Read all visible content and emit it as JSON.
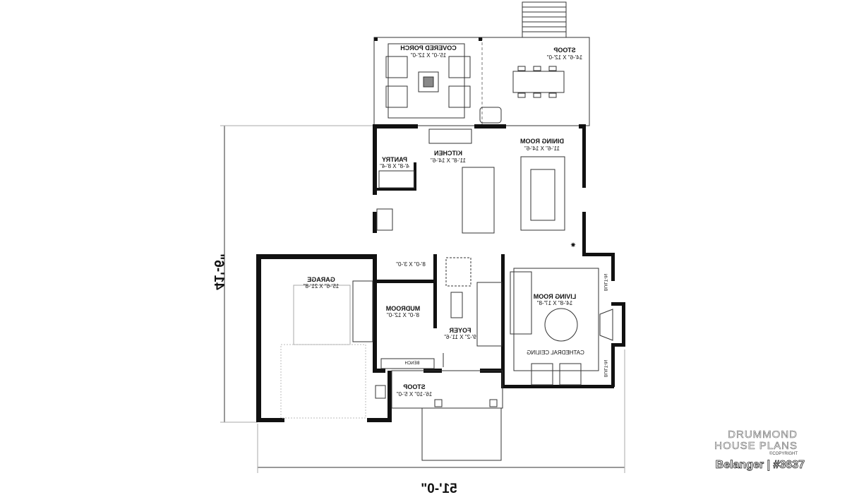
{
  "plan": {
    "overall_depth": "41'-6\"",
    "overall_width": "51'-0\"",
    "rooms": {
      "covered_porch": {
        "name": "COVERED PORCH",
        "size": "15'-0\" X 12'-0\""
      },
      "rear_stoop": {
        "name": "STOOP",
        "size": "14'-6\" X 12'-0\""
      },
      "dining_room": {
        "name": "DINING ROOM",
        "size": "11'-6\" X 14'-6\""
      },
      "kitchen": {
        "name": "KITCHEN",
        "size": "11'-8\" X 14'-6\""
      },
      "pantry": {
        "name": "PANTRY",
        "size": "4'-8\" X 8'-4\""
      },
      "closet": {
        "size": "8'-0\" X 3'-0\""
      },
      "garage": {
        "name": "GARAGE",
        "size": "15'-6\" X 21'-8\""
      },
      "mudroom": {
        "name": "MUDROOM",
        "size": "8'-0\" X 12'-0\""
      },
      "foyer": {
        "name": "FOYER",
        "size": "9'-2\" X 11'-6\""
      },
      "living_room": {
        "name": "LIVING ROOM",
        "size": "14'-8\" X 17'-8\""
      },
      "front_stoop": {
        "name": "STOOP",
        "size": "16'-10\" X 5'-0\""
      }
    },
    "notes": {
      "cathedral_ceiling": "CATHEDRAL CEILING",
      "bench": "BENCH",
      "built_in_1": "BUILT-IN",
      "built_in_2": "BUILT-IN"
    }
  },
  "branding": {
    "line1": "DRUMMOND",
    "line2": "HOUSE PLANS",
    "copyright": "©COPYRIGHT",
    "plan_name": "Belanger | #3637"
  }
}
